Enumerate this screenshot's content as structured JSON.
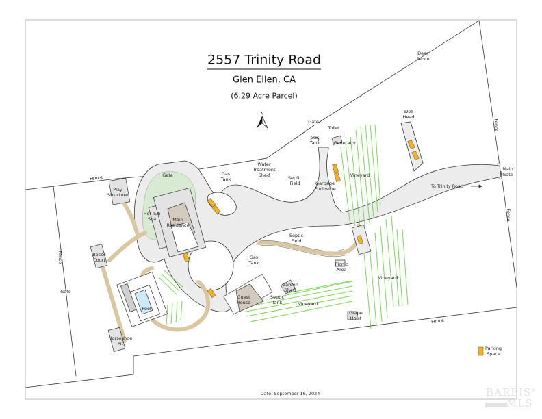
{
  "header": {
    "title": "2557 Trinity Road",
    "city": "Glen Ellen, CA",
    "parcel": "(6.29 Acre Parcel)",
    "north_label": "N"
  },
  "footer": {
    "date": "Date: September 16, 2024",
    "watermark_top": "BAREIS",
    "watermark_bottom": "MLS",
    "watermark_mark": "®"
  },
  "colors": {
    "driveway": "#ececec",
    "path": "#d9c7a1",
    "lawn": "#d9ead3",
    "vineyard": "#7fd35a",
    "parking": "#f2b322",
    "pool_water": "#cde9f7",
    "roof": "#d3cbbf",
    "outline": "#333333",
    "structure": "#e3e3e3"
  },
  "labels": {
    "deer_fence": "Deer\nFence",
    "gate_top": "Gate",
    "toilet": "Toilet",
    "gas_tank_top": "Gas\nTank",
    "generator": "Generator",
    "well_head": "Well\nHead",
    "fence_right_top": "Fence",
    "main_gate": "Main\nGate",
    "to_trinity_road": "To Trinity Road",
    "fence_right_bottom": "Fence",
    "water_treatment_shed": "Water\nTreatment\nShed",
    "gas_tank_mid": "Gas\nTank",
    "septic_field_top": "Septic\nField",
    "garbage_enclosure": "Garbage\nEnclosure",
    "vineyard_top": "Vineyard",
    "fence_top_left": "Fence",
    "gate_left_top": "Gate",
    "play_structure": "Play\nStructure",
    "hot_tub_spa": "Hot Tub\nSpa",
    "main_residence": "Main\nResidence",
    "septic_field_mid": "Septic\nField",
    "gas_tank_lower": "Gas\nTank",
    "picnic_area": "Picnic\nArea",
    "vineyard_right": "Vineyard",
    "bocce_court": "Bocce\nCourt",
    "fence_left": "Fence",
    "gate_left": "Gate",
    "garden_shed": "Garden\nShed",
    "guest_house": "Guest\nHouse",
    "septic_tank": "Septic\nTank",
    "vineyard_bottom": "Vineyard",
    "grape_hoist": "Grape\nHoist",
    "pool": "Pool",
    "fence_bottom": "Fence",
    "horseshoe_pit": "Horseshoe\nPit",
    "parking_space": "Parking\nSpace"
  }
}
